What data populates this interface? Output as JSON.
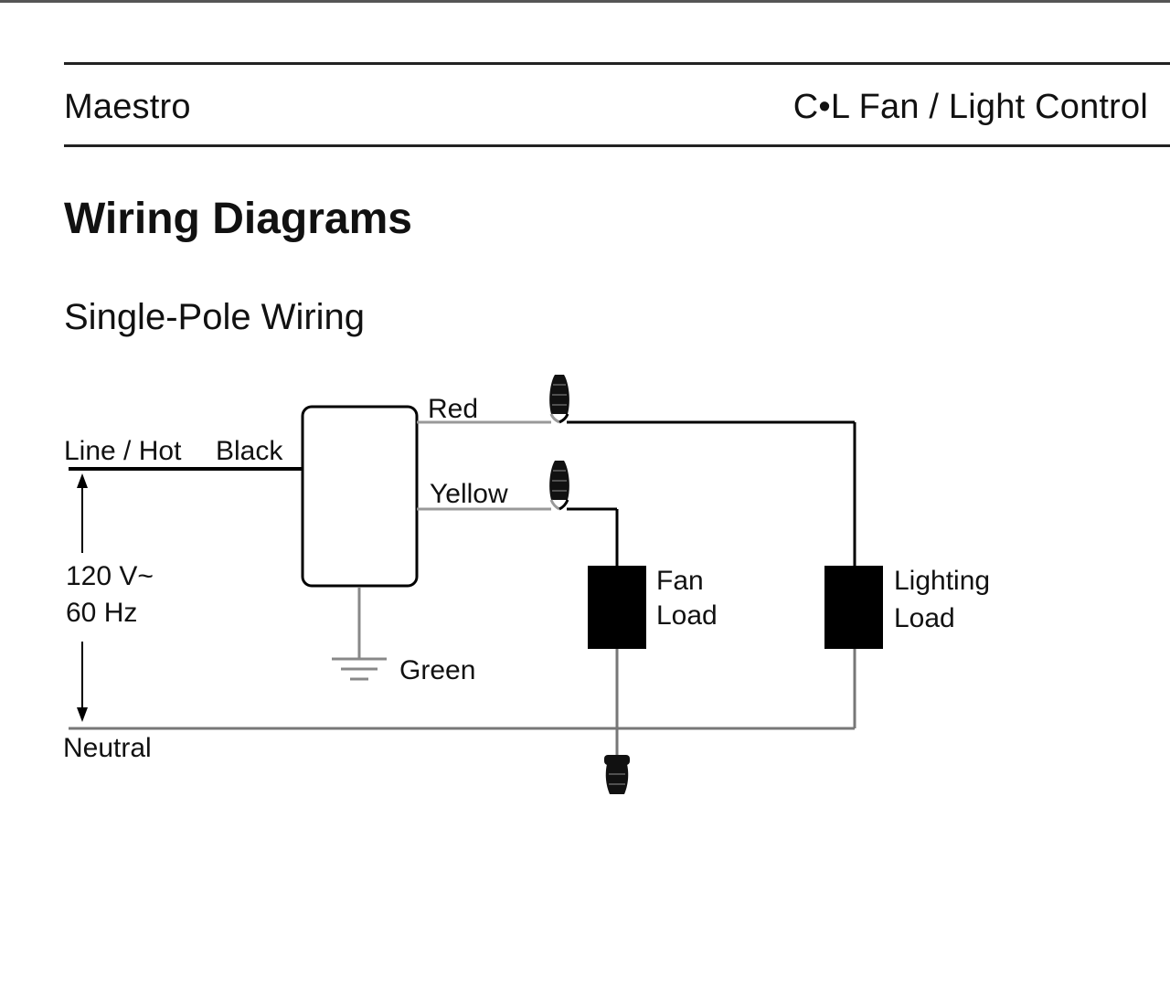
{
  "header": {
    "brand": "Maestro",
    "product": "C•L Fan / Light Control"
  },
  "page": {
    "title": "Wiring Diagrams",
    "section_title": "Single-Pole Wiring"
  },
  "diagram": {
    "labels": {
      "line_hot": "Line / Hot",
      "black": "Black",
      "red": "Red",
      "yellow": "Yellow",
      "green": "Green",
      "neutral": "Neutral",
      "voltage": "120 V~",
      "frequency": "60 Hz",
      "fan_load_1": "Fan",
      "fan_load_2": "Load",
      "lighting_load_1": "Lighting",
      "lighting_load_2": "Load"
    }
  }
}
